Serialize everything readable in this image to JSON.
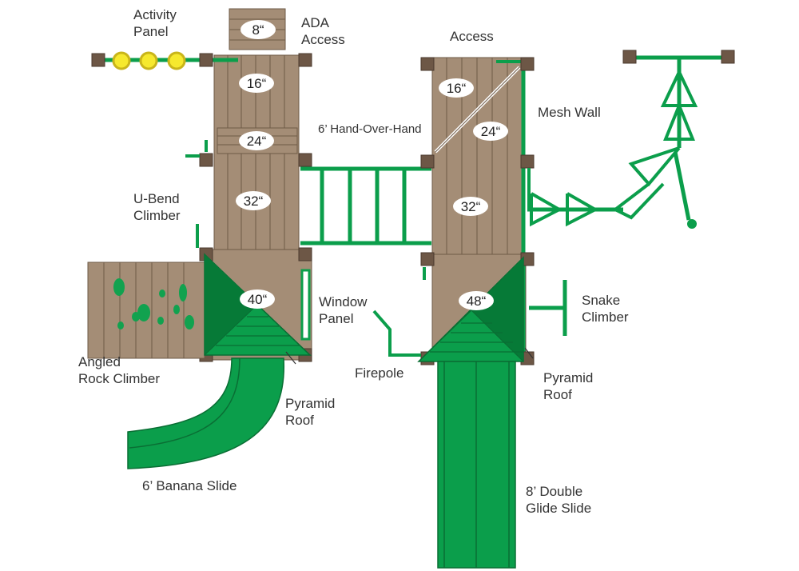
{
  "colors": {
    "wood": "#A48D76",
    "wood_line": "#6E5A47",
    "post": "#6D5746",
    "green": "#0B9E4B",
    "green_dark": "#067A37",
    "green_line": "#0A6E34",
    "yellow": "#F6E92E",
    "rock": "#11A24F",
    "oval": "#FFFFFF",
    "text": "#333333"
  },
  "labels": {
    "activity_panel": [
      "Activity",
      "Panel"
    ],
    "ada_access": [
      "ADA",
      "Access"
    ],
    "access": "Access",
    "mesh_wall": "Mesh Wall",
    "hand_over_hand": "6’ Hand-Over-Hand",
    "u_bend_climber": [
      "U-Bend",
      "Climber"
    ],
    "window_panel": [
      "Window",
      "Panel"
    ],
    "snake_climber": [
      "Snake",
      "Climber"
    ],
    "angled_rock_climber": [
      "Angled",
      "Rock Climber"
    ],
    "firepole": "Firepole",
    "pyramid_roof_left": [
      "Pyramid",
      "Roof"
    ],
    "pyramid_roof_right": [
      "Pyramid",
      "Roof"
    ],
    "banana_slide": "6’ Banana Slide",
    "double_glide_slide": [
      "8’ Double",
      "Glide Slide"
    ]
  },
  "heights": {
    "ada_step": "8“",
    "left_16": "16“",
    "left_24": "24“",
    "left_32": "32“",
    "left_40": "40“",
    "right_16": "16“",
    "right_24": "24“",
    "right_32": "32“",
    "right_48": "48“"
  }
}
